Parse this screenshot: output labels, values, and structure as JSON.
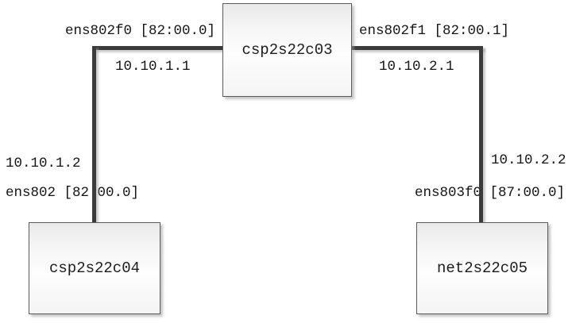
{
  "diagram": {
    "type": "network-topology",
    "nodes": [
      {
        "id": "csp2s22c03",
        "label": "csp2s22c03",
        "role": "top-center"
      },
      {
        "id": "csp2s22c04",
        "label": "csp2s22c04",
        "role": "bottom-left"
      },
      {
        "id": "net2s22c05",
        "label": "net2s22c05",
        "role": "bottom-right"
      }
    ],
    "links": [
      {
        "from": "csp2s22c03",
        "to": "csp2s22c04",
        "from_interface": "ens802f0 [82:00.0]",
        "from_ip": "10.10.1.1",
        "to_ip": "10.10.1.2",
        "to_interface": "ens802 [82:00.0]"
      },
      {
        "from": "csp2s22c03",
        "to": "net2s22c05",
        "from_interface": "ens802f1 [82:00.1]",
        "from_ip": "10.10.2.1",
        "to_ip": "10.10.2.2",
        "to_interface": "ens803f0 [87:00.0]"
      }
    ],
    "colors": {
      "background": "#ffffff",
      "line": "#3b3b3b",
      "node_border": "#5a5a5a",
      "node_fill_top": "#e9e9e9",
      "node_fill_bottom": "#f4f4f4",
      "text": "#141414"
    }
  }
}
